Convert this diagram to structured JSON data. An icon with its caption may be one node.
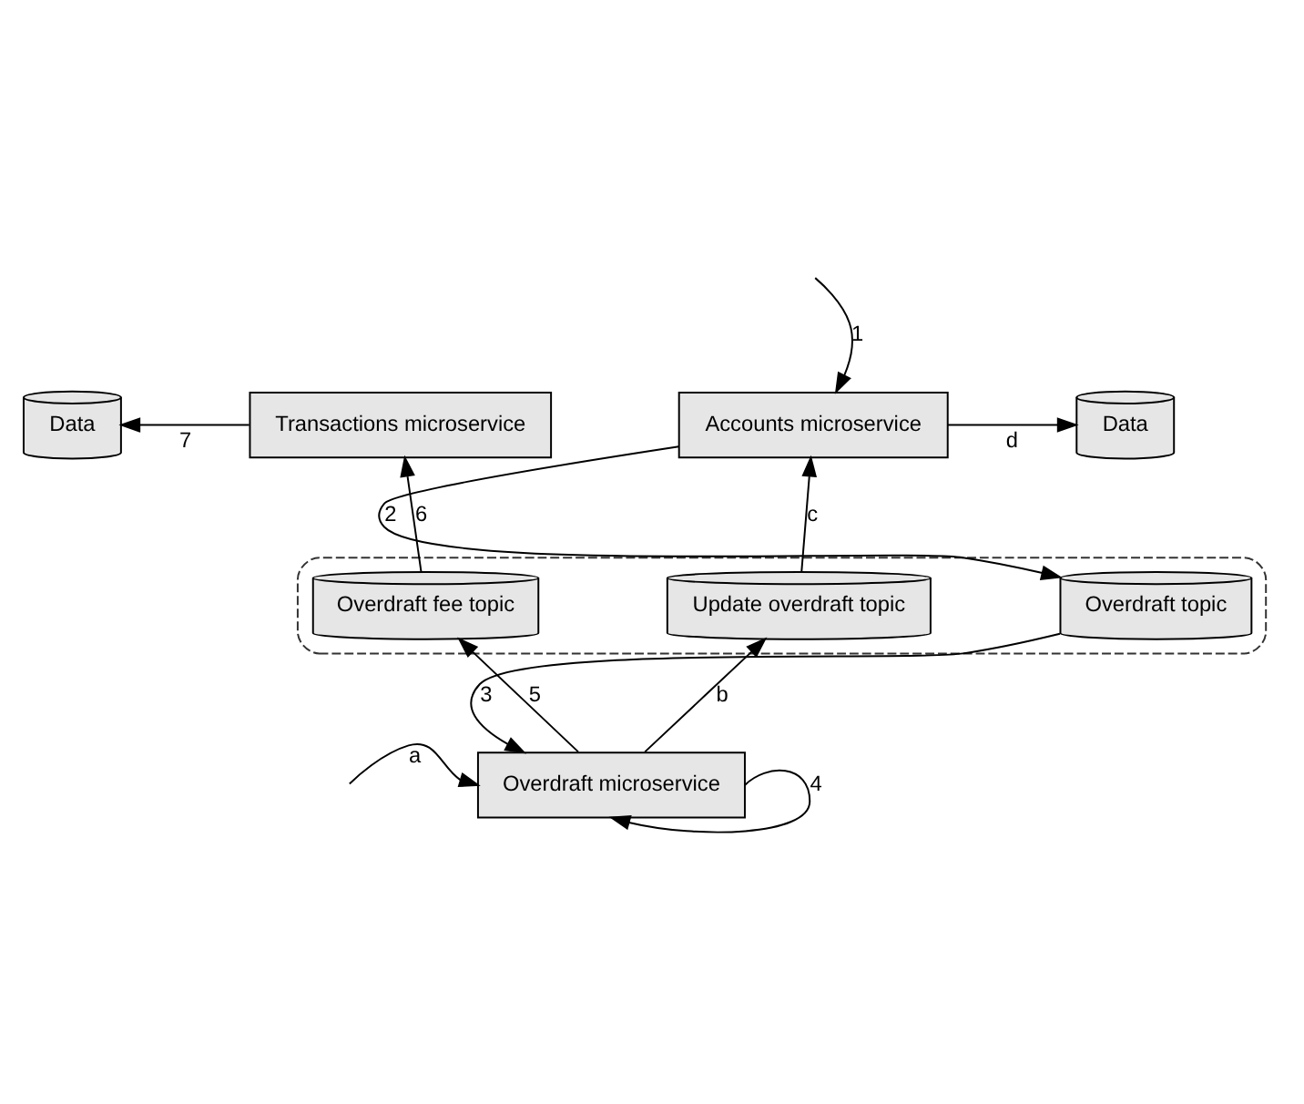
{
  "diagram": {
    "nodes": [
      {
        "text": [
          "Data"
        ]
      },
      {
        "text": [
          "Transactions microservice"
        ]
      },
      {
        "text": [
          "Accounts microservice"
        ]
      },
      {
        "text": [
          "Data"
        ]
      },
      {
        "text": [],
        "shape": "box"
      },
      {
        "text": [
          "Overdraft fee topic"
        ],
        "in": 4
      },
      {
        "text": [
          "Update overdraft topic"
        ],
        "in": 4
      },
      {
        "text": [
          "Overdraft topic"
        ],
        "in": 4
      },
      {
        "text": [
          "Overdraft microservice"
        ]
      }
    ],
    "edges": [
      {
        "from": null,
        "to": 2,
        "arrow": "to",
        "label": "1"
      },
      {
        "from": 2,
        "to": 3,
        "arrow": "to",
        "label": "d"
      },
      {
        "from": 1,
        "to": 0,
        "arrow": "to",
        "label": "7"
      },
      {
        "from": 5,
        "to": 1,
        "arrow": "to",
        "label": "6"
      },
      {
        "from": 6,
        "to": 2,
        "arrow": "to",
        "label": "c"
      },
      {
        "from": 2,
        "to": 7,
        "arrow": "to",
        "label": "2"
      },
      {
        "from": 7,
        "to": 8,
        "arrow": "to",
        "label": "3"
      },
      {
        "from": 8,
        "to": 6,
        "arrow": "to",
        "label": "b"
      },
      {
        "from": 8,
        "to": 5,
        "arrow": "to",
        "label": "5"
      },
      {
        "from": null,
        "to": 8,
        "arrow": "to",
        "label": "a"
      },
      {
        "from": 8,
        "to": 8,
        "arrow": "to",
        "label": "4"
      }
    ]
  }
}
